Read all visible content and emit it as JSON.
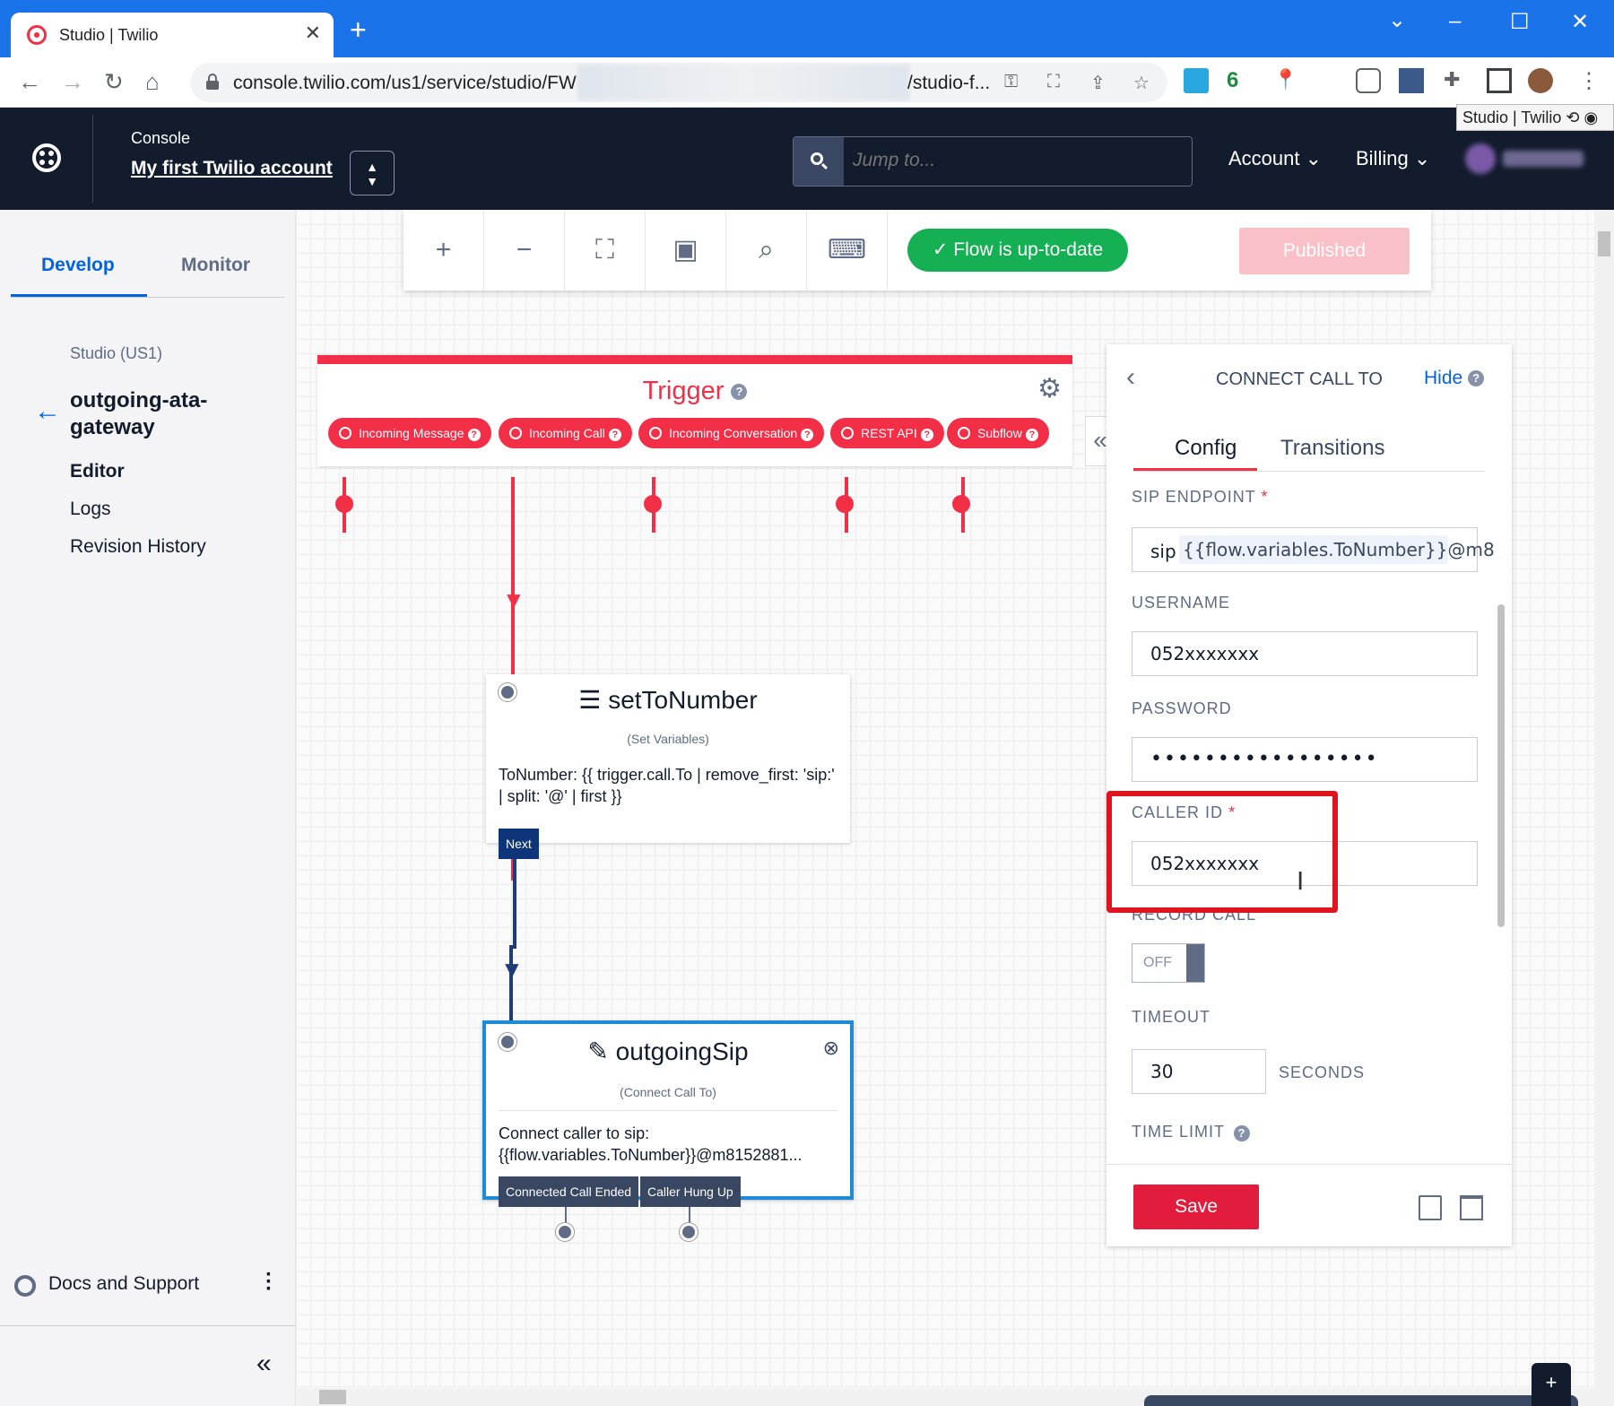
{
  "browser": {
    "tab_title": "Studio | Twilio",
    "tab_close": "✕",
    "new_tab": "+",
    "url_visible": "console.twilio.com/us1/service/studio/FW",
    "url_tail": "/studio-f...",
    "tooltip": "Studio | Twilio",
    "ext_badge": "6"
  },
  "header": {
    "console_label": "Console",
    "account_name": "My first Twilio account",
    "search_placeholder": "Jump to...",
    "menu": [
      {
        "label": "Account"
      },
      {
        "label": "Billing"
      }
    ]
  },
  "sidebar": {
    "tabs": [
      {
        "label": "Develop",
        "active": true
      },
      {
        "label": "Monitor",
        "active": false
      }
    ],
    "studio_label": "Studio (US1)",
    "flow_name": "outgoing-ata-gateway",
    "links": [
      "Editor",
      "Logs",
      "Revision History"
    ],
    "docs_label": "Docs and Support",
    "collapse_label": "«"
  },
  "canvas_toolbar": {
    "buttons": [
      "zoom-in",
      "zoom-out",
      "fit",
      "template",
      "search",
      "keyboard"
    ],
    "status": "Flow is up-to-date",
    "publish_label": "Published"
  },
  "trigger": {
    "title": "Trigger",
    "buttons": [
      "Incoming Message",
      "Incoming Call",
      "Incoming Conversation",
      "REST API",
      "Subflow"
    ]
  },
  "widgets": {
    "set_to_number": {
      "title": "setToNumber",
      "subtitle": "(Set Variables)",
      "body": "ToNumber: {{ trigger.call.To | remove_first: 'sip:' | split: '@' | first }}",
      "port": "Next"
    },
    "outgoing_sip": {
      "title": "outgoingSip",
      "subtitle": "(Connect Call To)",
      "body": "Connect caller to sip: {{flow.variables.ToNumber}}@m8152881...",
      "ports": [
        "Connected Call Ended",
        "Caller Hung Up"
      ]
    }
  },
  "panel": {
    "title": "CONNECT CALL TO",
    "hide_label": "Hide",
    "tabs": [
      {
        "label": "Config",
        "active": true
      },
      {
        "label": "Transitions",
        "active": false
      }
    ],
    "sip_endpoint": {
      "label": "SIP ENDPOINT",
      "prefix": "sip",
      "value": "{{flow.variables.ToNumber}}@m8"
    },
    "username": {
      "label": "USERNAME",
      "value": "052xxxxxxx"
    },
    "password": {
      "label": "PASSWORD",
      "value": "•••••••••••••••••"
    },
    "caller_id": {
      "label": "CALLER ID",
      "value": "052xxxxxxx"
    },
    "record_call": {
      "label": "RECORD CALL",
      "state": "OFF"
    },
    "timeout": {
      "label": "TIMEOUT",
      "value": "30",
      "unit": "SECONDS"
    },
    "time_limit": {
      "label": "TIME LIMIT"
    },
    "save_label": "Save",
    "required_mark": "*"
  },
  "colors": {
    "twilio_red": "#f22f46",
    "nav_bg": "#121c2d",
    "link_blue": "#0263e0",
    "status_green": "#14b053",
    "annotation_red": "#e0141e"
  }
}
